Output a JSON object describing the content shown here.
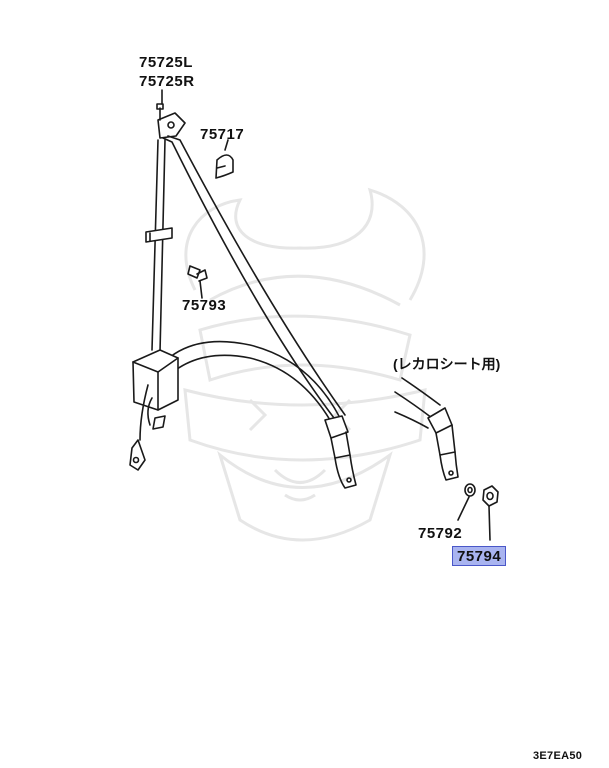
{
  "parts": {
    "upper_anchor_left": "75725L",
    "upper_anchor_right": "75725R",
    "cover": "75717",
    "bolt": "75793",
    "washer": "75792",
    "nut": "75794"
  },
  "highlighted_part": "75794",
  "recaro_note": "(レカロシート用)",
  "diagram_code": "3E7EA50",
  "colors": {
    "highlight_fill": "#a9b4f0",
    "highlight_border": "#4a57c8",
    "line": "#1a1a1a",
    "watermark": "#e6e6e6"
  }
}
